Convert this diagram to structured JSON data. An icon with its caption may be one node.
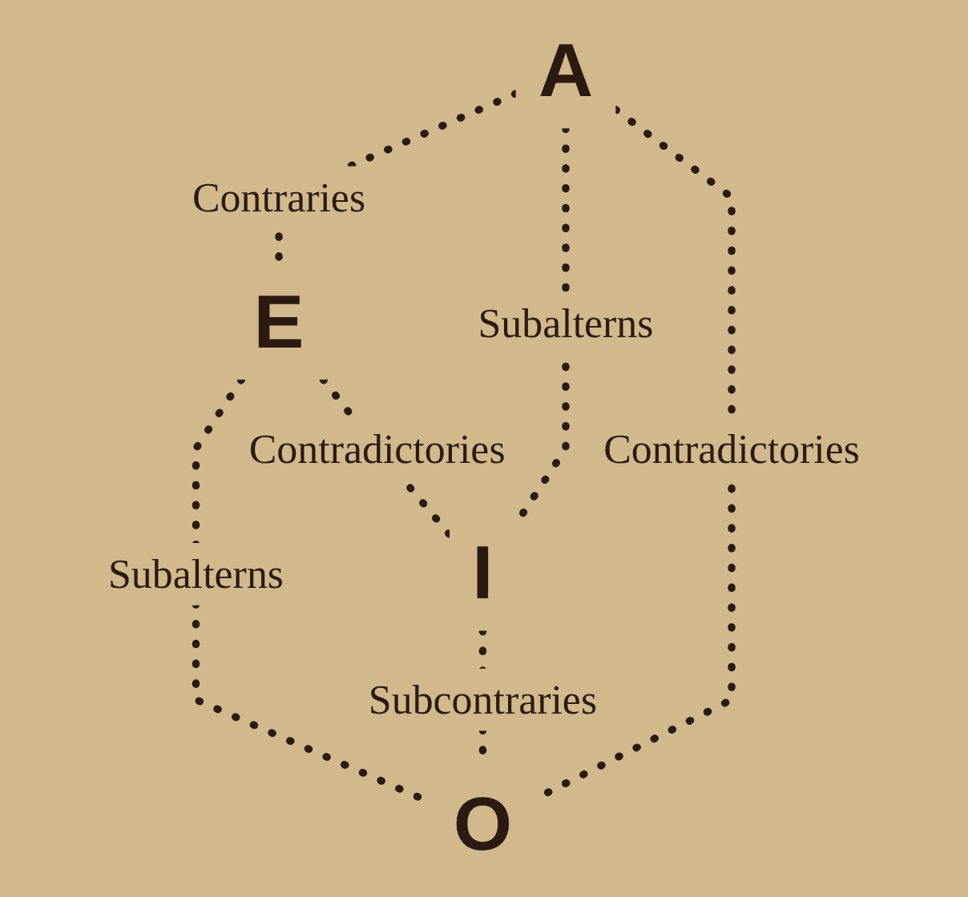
{
  "diagram": {
    "nodes": [
      {
        "text": [
          "A"
        ]
      },
      {
        "text": [
          "E"
        ]
      },
      {
        "text": [
          "I"
        ]
      },
      {
        "text": [
          "O"
        ]
      }
    ],
    "edges": [
      {
        "from": 0,
        "to": 1,
        "arrow": "none",
        "label": "Contraries",
        "style": "dashed"
      },
      {
        "from": 0,
        "to": 2,
        "arrow": "none",
        "label": "Subalterns",
        "style": "dashed"
      },
      {
        "from": 1,
        "to": 3,
        "arrow": "none",
        "label": "Subalterns",
        "style": "dashed"
      },
      {
        "from": 2,
        "to": 3,
        "arrow": "none",
        "label": "Subcontraries",
        "style": "dashed"
      },
      {
        "from": 0,
        "to": 3,
        "arrow": "none",
        "label": "Contradictories",
        "style": "dashed"
      },
      {
        "from": 1,
        "to": 2,
        "arrow": "none",
        "label": "Contradictories",
        "style": "dashed"
      }
    ]
  }
}
